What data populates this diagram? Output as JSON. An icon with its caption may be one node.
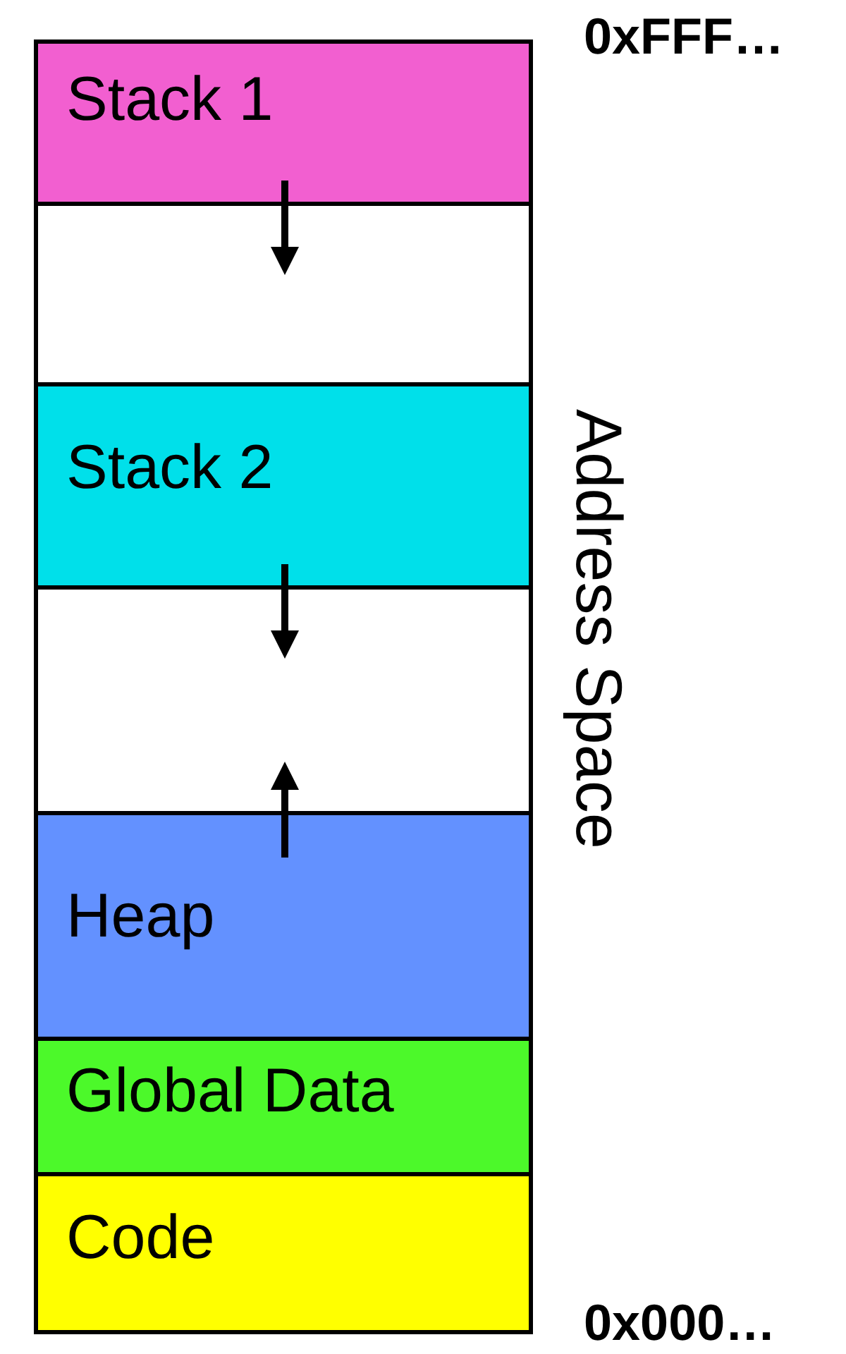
{
  "diagram": {
    "nodes": [
      {
        "text": [
          "Stack 1"
        ]
      },
      {
        "text": [],
        "shape": "box"
      },
      {
        "text": [
          "Stack 2"
        ]
      },
      {
        "text": [],
        "shape": "box"
      },
      {
        "text": [
          "Heap"
        ]
      },
      {
        "text": [
          "Global Data"
        ]
      },
      {
        "text": [
          "Code"
        ]
      }
    ],
    "edges": [
      {
        "from": 0,
        "to": 1,
        "arrow": "to"
      },
      {
        "from": 2,
        "to": 3,
        "arrow": "to"
      },
      {
        "from": 4,
        "to": 3,
        "arrow": "to"
      }
    ],
    "labels": [
      "0xFFF…",
      "Address Space",
      "0x000…"
    ]
  }
}
